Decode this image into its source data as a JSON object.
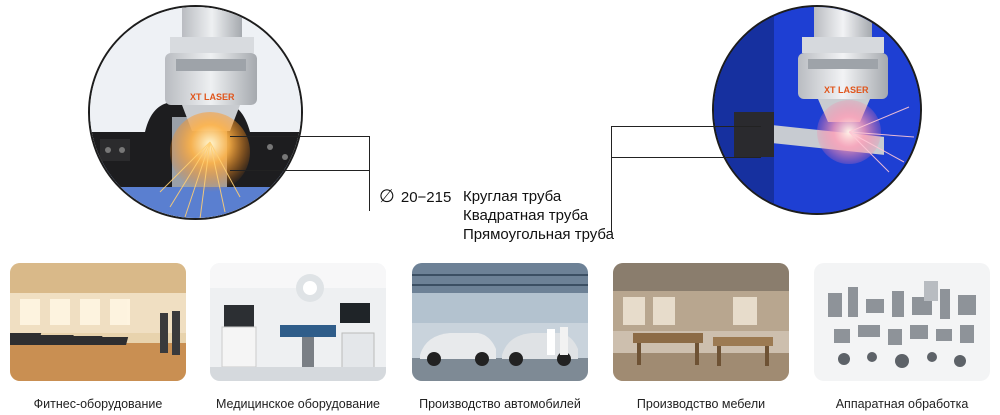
{
  "laser_heads": {
    "left_logo": "XT LASER",
    "right_logo": "XT LASER"
  },
  "spec": {
    "diameter_symbol": "∅",
    "diameter_range": "20−215",
    "tube_types": [
      "Круглая труба",
      "Квадратная труба",
      "Прямоугольная труба"
    ]
  },
  "applications": [
    {
      "label": "Фитнес-оборудование",
      "icon": "fitness-equipment-photo"
    },
    {
      "label": "Медицинское оборудование",
      "icon": "medical-equipment-photo"
    },
    {
      "label": "Производство автомобилей",
      "icon": "car-manufacturing-photo"
    },
    {
      "label": "Производство мебели",
      "icon": "furniture-manufacturing-photo"
    },
    {
      "label": "Аппаратная обработка",
      "icon": "hardware-processing-photo"
    }
  ]
}
